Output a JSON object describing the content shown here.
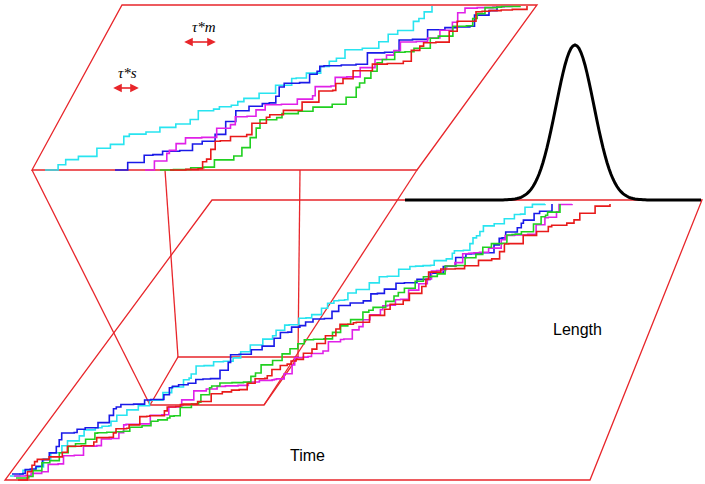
{
  "diagram": {
    "labels": [
      "τ*m",
      "τ*s",
      "Length",
      "Time"
    ]
  }
}
